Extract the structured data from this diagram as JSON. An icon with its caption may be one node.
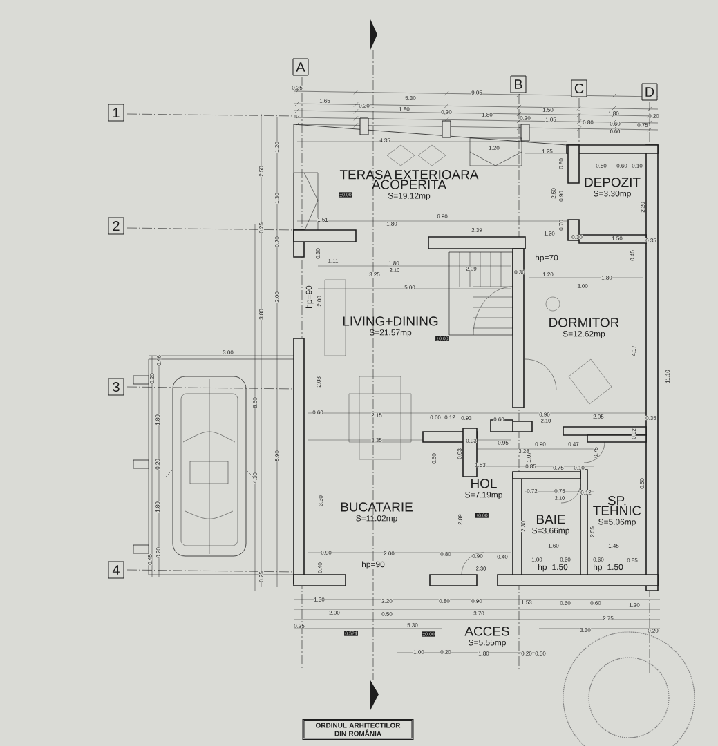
{
  "diagram": {
    "nodes": [
      {
        "text": [
          "TERASA EXTERIOARA ACOPERITA",
          "S=19.12mp"
        ]
      },
      {
        "text": [
          "DEPOZIT",
          "S=3.30mp"
        ]
      },
      {
        "text": [
          "LIVING+DINING",
          "S=21.57mp"
        ]
      },
      {
        "text": [
          "DORMITOR",
          "S=12.62mp"
        ]
      },
      {
        "text": [
          "HOL",
          "S=7.19mp"
        ]
      },
      {
        "text": [
          "BUCATARIE",
          "S=11.02mp"
        ]
      },
      {
        "text": [
          "BAIE",
          "S=3.66mp"
        ]
      },
      {
        "text": [
          "SP. TEHNIC",
          "S=5.06mp"
        ]
      },
      {
        "text": [
          "ACCES",
          "S=5.55mp"
        ]
      }
    ],
    "labels": [
      "A",
      "B",
      "C",
      "D",
      "1",
      "2",
      "3",
      "4",
      "0.25",
      "9.05",
      "1.65",
      "5.30",
      "0.20",
      "1.80",
      "0.20",
      "1.80",
      "1.50",
      "0.20",
      "1.05",
      "1.80",
      "0.20",
      "0.80",
      "0.60",
      "0.75",
      "0.60",
      "4.35",
      "1.20",
      "1.25",
      "0.80",
      "0.50",
      "0.60",
      "0.10",
      "2.50",
      "0.90",
      "2.20",
      "1.51",
      "1.80",
      "6.90",
      "2.39",
      "1.20",
      "0.70",
      "0.30",
      "1.50",
      "0.35",
      "0.30",
      "1.11",
      "1.80",
      "2.10",
      "3.25",
      "2.09",
      "0.30",
      "5.00",
      "hp=90",
      "2.00",
      "hp=70",
      "1.20",
      "1.80",
      "3.00",
      "0.45",
      "4.17",
      "11.10",
      "2.08",
      "0.60",
      "2.15",
      "0.60",
      "0.12",
      "0.93",
      "0.60",
      "0.90",
      "2.10",
      "2.05",
      "0.35",
      "3.35",
      "0.93",
      "0.95",
      "3.28",
      "0.90",
      "0.47",
      "0.60",
      "0.93",
      "1.07",
      "0.75",
      "0.92",
      "1.53",
      "0.85",
      "0.75",
      "0.10",
      "0.72",
      "0.75",
      "2.10",
      "0.12",
      "3.30",
      "2.89",
      "2.30",
      "2.55",
      "0.50",
      "1.60",
      "1.45",
      "0.90",
      "2.00",
      "0.80",
      "0.90",
      "0.40",
      "1.00",
      "0.60",
      "0.60",
      "0.85",
      "hp=90",
      "hp=1.50",
      "hp=1.50",
      "2.30",
      "0.40",
      "1.20",
      "2.50",
      "1.30",
      "0.25",
      "0.70",
      "2.00",
      "3.80",
      "3.00",
      "0.46",
      "0.20",
      "1.80",
      "0.20",
      "1.80",
      "0.45",
      "0.20",
      "8.60",
      "4.30",
      "5.90",
      "0.25",
      "1.30",
      "2.20",
      "0.80",
      "0.90",
      "1.53",
      "0.60",
      "0.60",
      "1.20",
      "2.00",
      "0.50",
      "3.70",
      "2.75",
      "0.25",
      "5.30",
      "3.30",
      "0.20",
      "1.00",
      "0.20",
      "1.80",
      "0.20",
      "0.50",
      "±0.00",
      "±0.00",
      "±0.00",
      "0.524",
      "±0.00",
      "ORDINUL ARHITECTILOR DIN ROMÂNIA"
    ]
  }
}
